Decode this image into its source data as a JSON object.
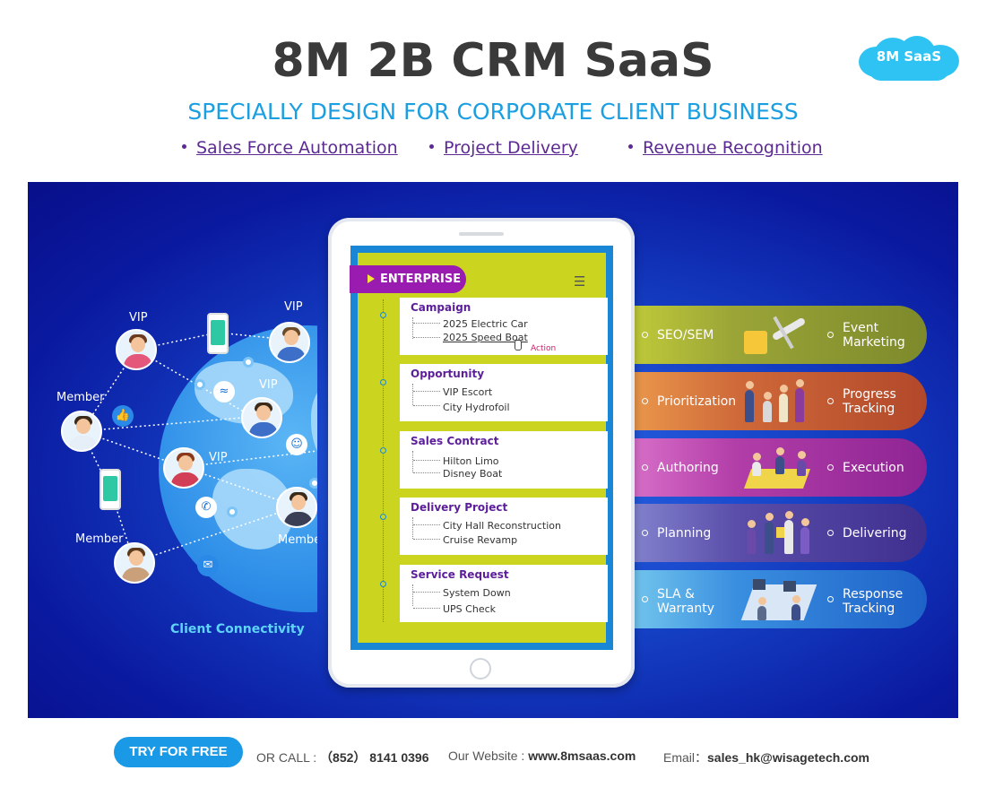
{
  "header": {
    "title": "8M 2B CRM SaaS",
    "badge": "8M SaaS",
    "subtitle": "SPECIALLY DESIGN FOR CORPORATE CLIENT BUSINESS",
    "features": [
      "Sales Force Automation",
      "Project Delivery",
      "Revenue Recognition"
    ]
  },
  "connectivity": {
    "labels": {
      "vip_1": "VIP",
      "vip_2": "VIP",
      "vip_3": "VIP",
      "vip_4": "VIP",
      "member_1": "Member",
      "member_2": "Member",
      "member_3": "Member"
    },
    "caption": "Client Connectivity"
  },
  "tablet": {
    "tab_label": "ENTERPRISE",
    "menu_icon": "hamburger-icon",
    "cards": [
      {
        "title": "Campaign",
        "items": [
          "2025 Electric Car",
          "2025 Speed Boat"
        ],
        "action": "Action"
      },
      {
        "title": "Opportunity",
        "items": [
          "VIP Escort",
          "City Hydrofoil"
        ]
      },
      {
        "title": "Sales Contract",
        "items": [
          "Hilton Limo",
          "Disney Boat"
        ]
      },
      {
        "title": "Delivery Project",
        "items": [
          "City Hall Reconstruction",
          "Cruise Revamp"
        ]
      },
      {
        "title": "Service Request",
        "items": [
          "System Down",
          "UPS Check"
        ]
      }
    ]
  },
  "pills": [
    {
      "left": "SEO/SEM",
      "right": [
        "Event",
        "Marketing"
      ],
      "color": "#8b9a2a"
    },
    {
      "left": "Prioritization",
      "right": [
        "Progress",
        "Tracking"
      ],
      "color": "#c85a2a"
    },
    {
      "left": "Authoring",
      "right": [
        "Execution"
      ],
      "color": "#a72f9c"
    },
    {
      "left": "Planning",
      "right": [
        "Delivering"
      ],
      "color": "#4a3b9a"
    },
    {
      "left": [
        "SLA &",
        "Warranty"
      ],
      "right": [
        "Response",
        "Tracking"
      ],
      "color": "#1e74d4"
    }
  ],
  "footer": {
    "cta": "TRY FOR FREE",
    "call_label": "OR CALL : ",
    "phone": "（852） 8141 0396",
    "website_label": "Our Website : ",
    "website": "www.8msaas.com",
    "email_label": "Email：",
    "email": "sales_hk@wisagetech.com"
  }
}
